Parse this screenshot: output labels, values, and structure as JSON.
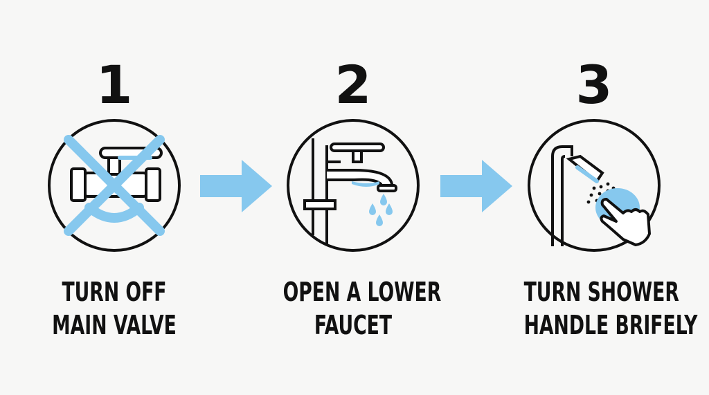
{
  "colors": {
    "accent": "#86c8ee",
    "ink": "#111111",
    "background": "#f7f7f6"
  },
  "steps": [
    {
      "number": "1",
      "icon": "crossed-out-valve-icon",
      "caption_line1": "TURN OFF",
      "caption_line2": "MAIN VALVE"
    },
    {
      "number": "2",
      "icon": "dripping-faucet-icon",
      "caption_line1": "OPEN A LOWER",
      "caption_line2": "FAUCET"
    },
    {
      "number": "3",
      "icon": "shower-handle-hand-icon",
      "caption_line1": "TURN SHOWER",
      "caption_line2": "HANDLE BRIFELY"
    }
  ],
  "arrows": [
    {
      "icon": "right-arrow-icon"
    },
    {
      "icon": "right-arrow-icon"
    }
  ]
}
